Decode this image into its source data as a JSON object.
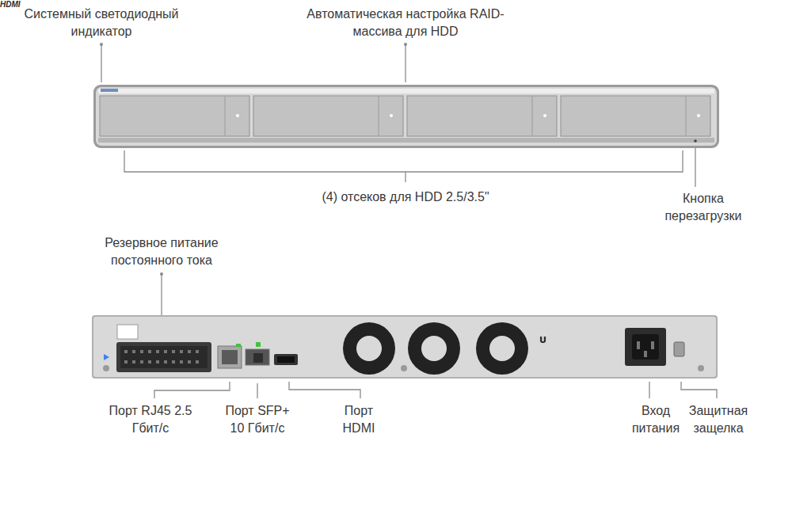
{
  "diagram": {
    "labels": [
      "Системный светодиодный индикатор",
      "Автоматическая настройка RAID-массива для HDD",
      "(4) отсеков для HDD 2.5/3.5\"",
      "Кнопка перезагрузки",
      "Резервное питание постоянного тока",
      "HDMI",
      "Порт RJ45 2.5 Гбит/с",
      "Порт SFP+ 10 Гбит/с",
      "Порт HDMI",
      "Вход питания",
      "Защитная защелка"
    ]
  }
}
